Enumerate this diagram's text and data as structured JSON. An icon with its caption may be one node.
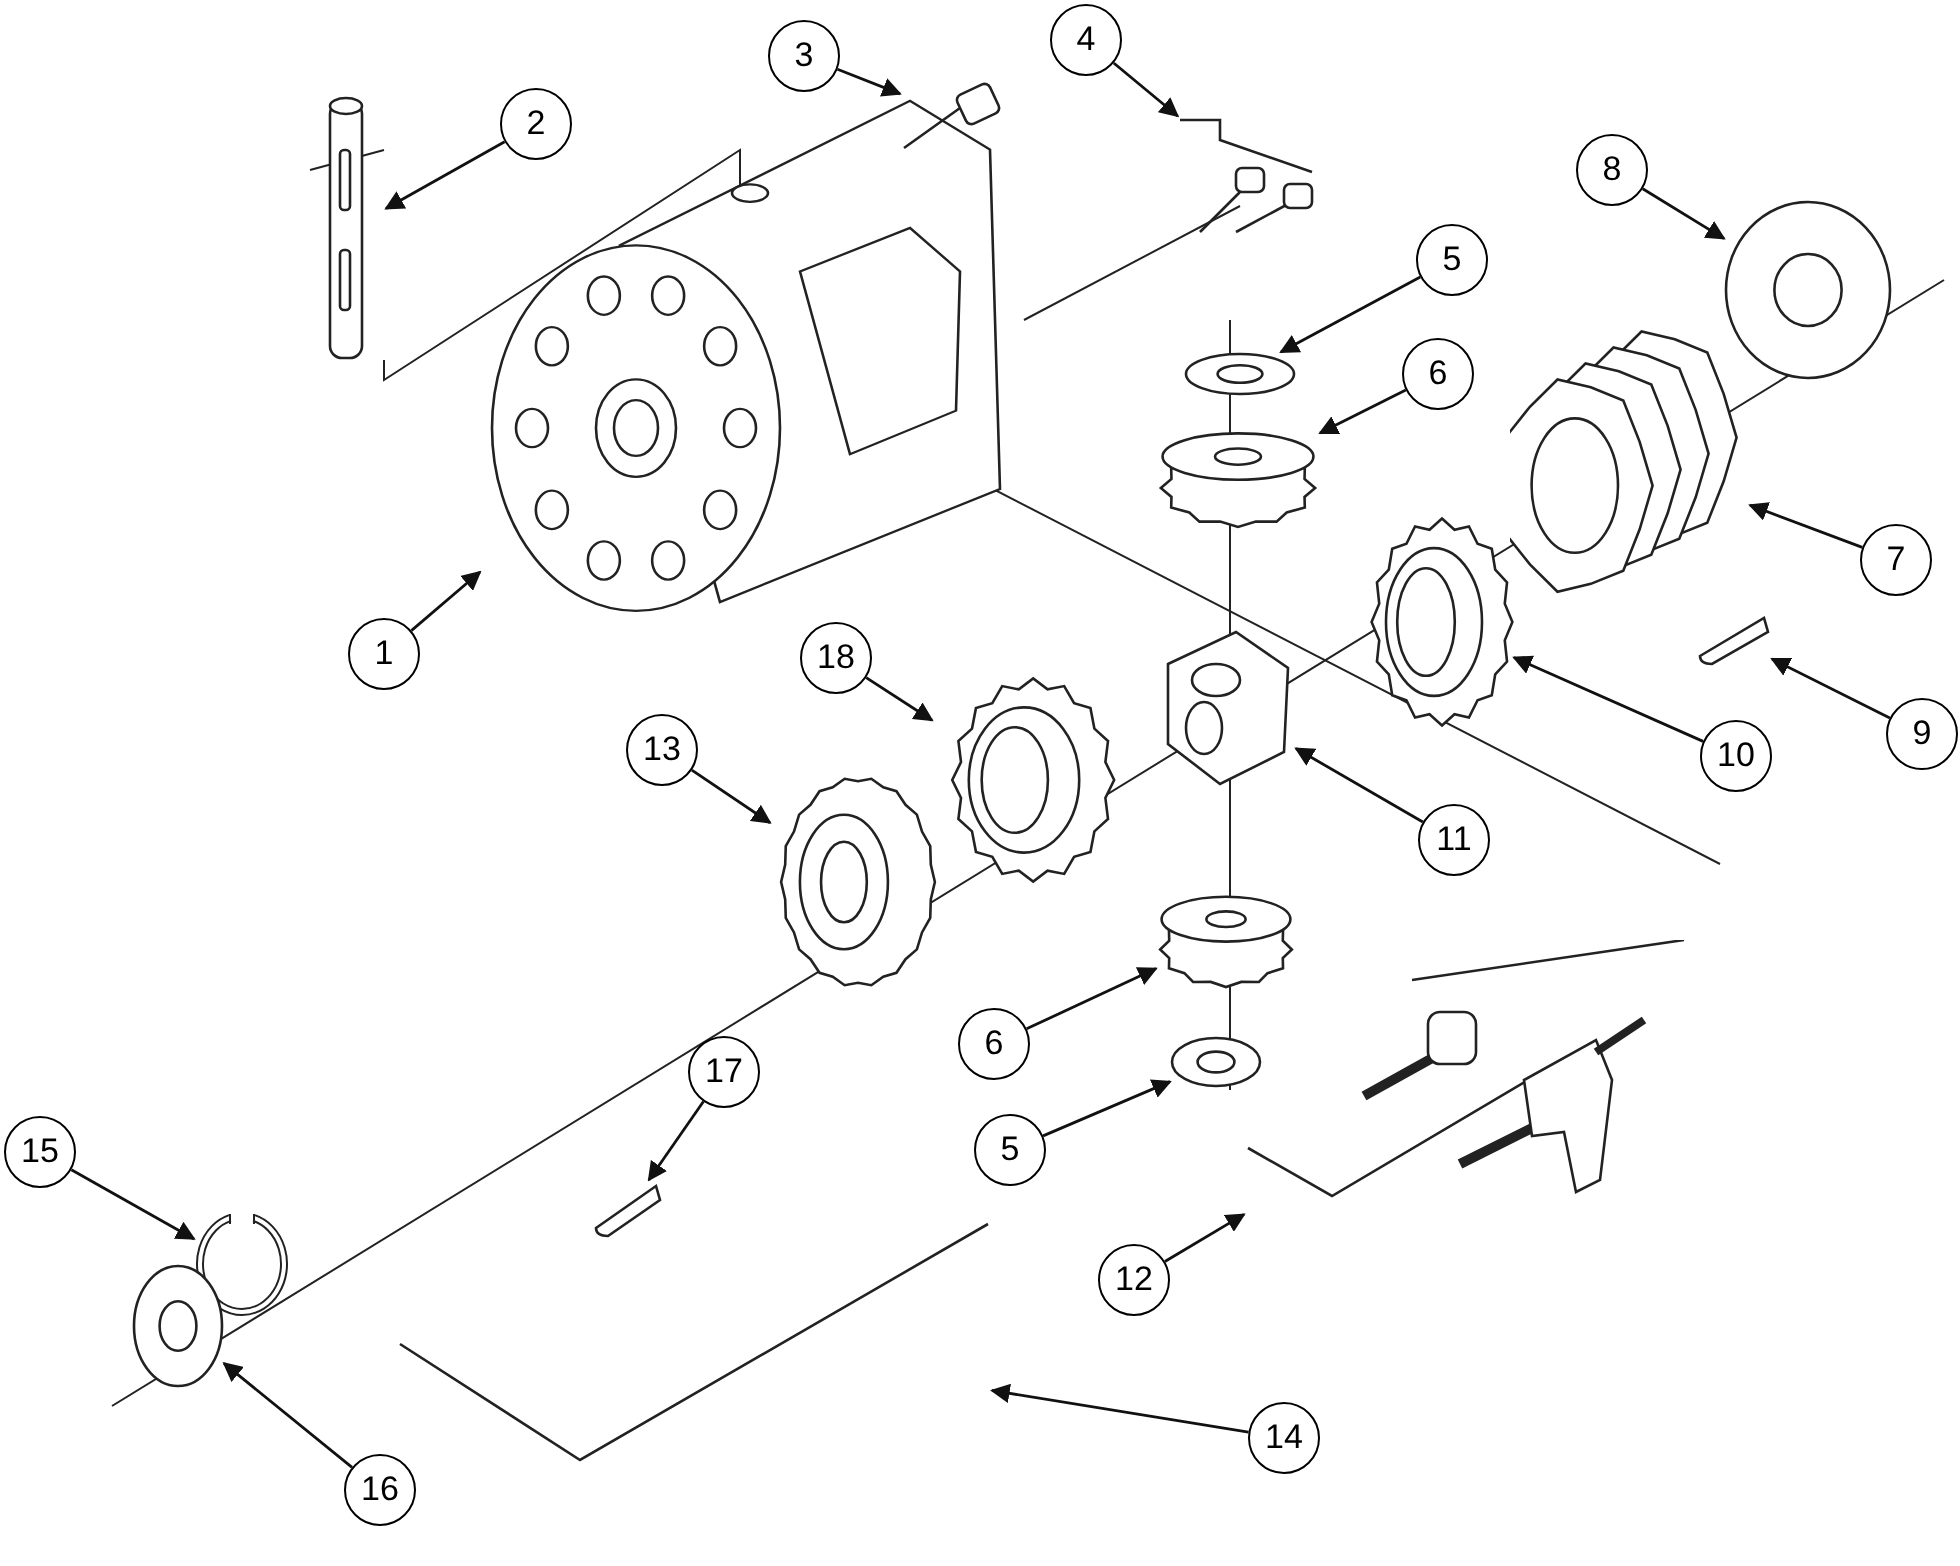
{
  "diagram": {
    "nodes": [
      {
        "text": [
          "1"
        ]
      },
      {
        "text": [
          "2"
        ]
      },
      {
        "text": [
          "3"
        ]
      },
      {
        "text": [
          "4"
        ]
      },
      {
        "text": [
          "5"
        ]
      },
      {
        "text": [
          "6"
        ]
      },
      {
        "text": [
          "7"
        ]
      },
      {
        "text": [
          "8"
        ]
      },
      {
        "text": [
          "9"
        ]
      },
      {
        "text": [
          "10"
        ]
      },
      {
        "text": [
          "11"
        ]
      },
      {
        "text": [
          "12"
        ]
      },
      {
        "text": [
          "13"
        ]
      },
      {
        "text": [
          "14"
        ]
      },
      {
        "text": [
          "15"
        ]
      },
      {
        "text": [
          "16"
        ]
      },
      {
        "text": [
          "17"
        ]
      },
      {
        "text": [
          "18"
        ]
      },
      {
        "text": [
          "6"
        ]
      },
      {
        "text": [
          "5"
        ]
      },
      {
        "text": [],
        "shape": "picture"
      },
      {
        "text": [],
        "shape": "picture"
      },
      {
        "text": [],
        "shape": "picture"
      },
      {
        "text": [],
        "shape": "picture"
      },
      {
        "text": [],
        "shape": "picture"
      },
      {
        "text": [],
        "shape": "picture"
      },
      {
        "text": [],
        "shape": "picture"
      },
      {
        "text": [],
        "shape": "picture"
      },
      {
        "text": [],
        "shape": "picture"
      },
      {
        "text": [],
        "shape": "picture"
      },
      {
        "text": [],
        "shape": "picture"
      },
      {
        "text": [],
        "shape": "picture"
      },
      {
        "text": [],
        "shape": "picture"
      },
      {
        "text": [],
        "shape": "picture"
      },
      {
        "text": [],
        "shape": "picture"
      },
      {
        "text": [],
        "shape": "picture"
      },
      {
        "text": [],
        "shape": "picture"
      },
      {
        "text": [],
        "shape": "picture"
      },
      {
        "text": [],
        "shape": "picture"
      },
      {
        "text": [],
        "shape": "picture"
      }
    ],
    "edges": [
      {
        "from": 0,
        "to": 20,
        "arrow": "to"
      },
      {
        "from": 1,
        "to": 21,
        "arrow": "to"
      },
      {
        "from": 2,
        "to": 22,
        "arrow": "to"
      },
      {
        "from": 3,
        "to": 23,
        "arrow": "to"
      },
      {
        "from": 4,
        "to": 24,
        "arrow": "to"
      },
      {
        "from": 5,
        "to": 25,
        "arrow": "to"
      },
      {
        "from": 6,
        "to": 26,
        "arrow": "to"
      },
      {
        "from": 7,
        "to": 27,
        "arrow": "to"
      },
      {
        "from": 8,
        "to": 28,
        "arrow": "to"
      },
      {
        "from": 9,
        "to": 29,
        "arrow": "to"
      },
      {
        "from": 10,
        "to": 30,
        "arrow": "to"
      },
      {
        "from": 11,
        "to": 31,
        "arrow": "to"
      },
      {
        "from": 12,
        "to": 32,
        "arrow": "to"
      },
      {
        "from": 13,
        "to": 33,
        "arrow": "to"
      },
      {
        "from": 14,
        "to": 34,
        "arrow": "to"
      },
      {
        "from": 15,
        "to": 35,
        "arrow": "to"
      },
      {
        "from": 16,
        "to": 36,
        "arrow": "to"
      },
      {
        "from": 17,
        "to": 37,
        "arrow": "to"
      },
      {
        "from": 18,
        "to": 38,
        "arrow": "to"
      },
      {
        "from": 19,
        "to": 39,
        "arrow": "to"
      }
    ]
  }
}
